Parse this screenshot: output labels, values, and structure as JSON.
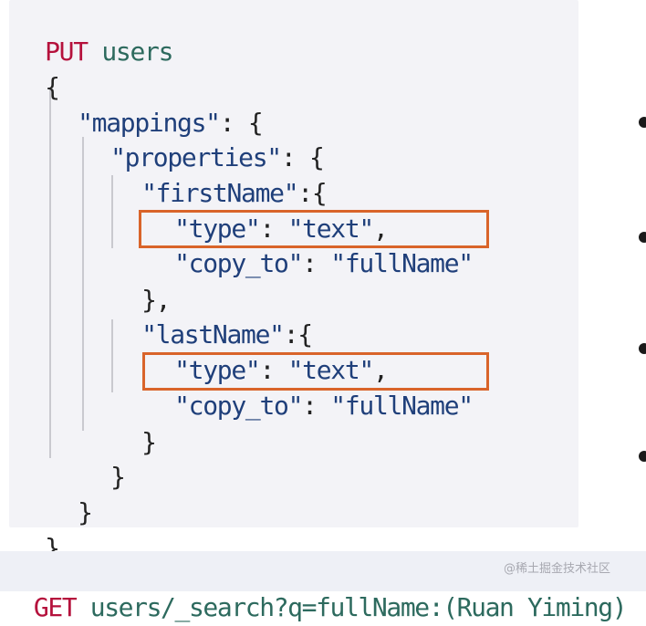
{
  "request": {
    "method": "PUT",
    "index": "users"
  },
  "body": {
    "open_brace": "{",
    "close_brace": "}",
    "mappings_key": "\"mappings\"",
    "properties_key": "\"properties\"",
    "first_name_key": "\"firstName\"",
    "last_name_key": "\"lastName\"",
    "type_key": "\"type\"",
    "text_value": "\"text\"",
    "copy_to_key": "\"copy_to\"",
    "full_name_value": "\"fullName\"",
    "colon_space": ": ",
    "colon_brace": ": {",
    "colon_brace_tight": ":{",
    "comma": ",",
    "close_brace_comma": "},"
  },
  "search_query": {
    "method": "GET",
    "path": "users/_search?q=fullName:(Ruan Yiming)"
  },
  "watermark_text": "@稀土掘金技术社区",
  "colors": {
    "method": "#b5113c",
    "path": "#2d6a5e",
    "json_string": "#1f3f7a",
    "highlight_border": "#d9642a",
    "panel_background": "#f3f3f7"
  }
}
